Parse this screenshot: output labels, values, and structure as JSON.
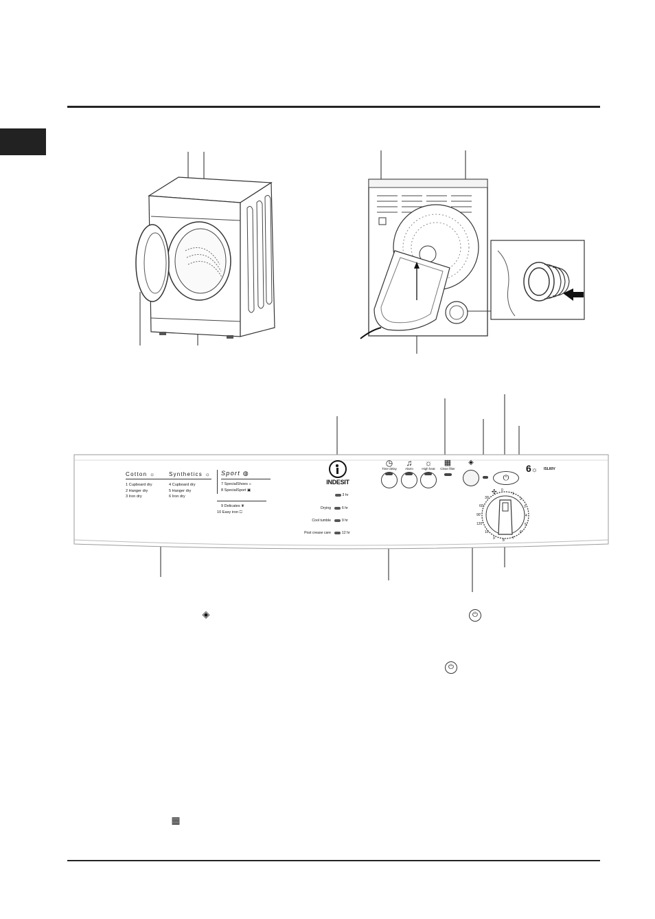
{
  "page": {
    "icons": [
      "start-icon",
      "on-off-icon",
      "on-off-icon-2",
      "filter-icon"
    ]
  },
  "panel": {
    "brand": "INDESIT",
    "model": "ISL60V",
    "capacity_number": "6",
    "program_groups": [
      {
        "header": "Cotton",
        "items": [
          "1  Cupboard dry",
          "2  Hanger dry",
          "3  Iron dry"
        ]
      },
      {
        "header": "Synthetics",
        "items": [
          "4  Cupboard dry",
          "5  Hanger dry",
          "6  Iron dry"
        ]
      }
    ],
    "sport": {
      "header": "Sport",
      "items": [
        "7  SpecialShoes",
        "8  SpecialSport"
      ],
      "extra_items": [
        "9  Delicates",
        "10  Easy iron"
      ]
    },
    "status_labels": [
      "Drying",
      "Cool tumble",
      "Post crease care"
    ],
    "delay_labels": [
      "3 hr",
      "6 hr",
      "9 hr",
      "12 hr"
    ],
    "buttons": [
      {
        "label": "Time delay",
        "icon": "clock-icon"
      },
      {
        "label": "Alarm",
        "icon": "bell-icon"
      },
      {
        "label": "High heat",
        "icon": "sun-icon"
      }
    ],
    "filter_label": "Clean filter",
    "dial_minutes": [
      "30'",
      "60'",
      "90'",
      "120'"
    ],
    "dial_numbers": [
      "0",
      "1",
      "2",
      "3",
      "4",
      "5",
      "6",
      "7",
      "8",
      "9",
      "10"
    ]
  }
}
